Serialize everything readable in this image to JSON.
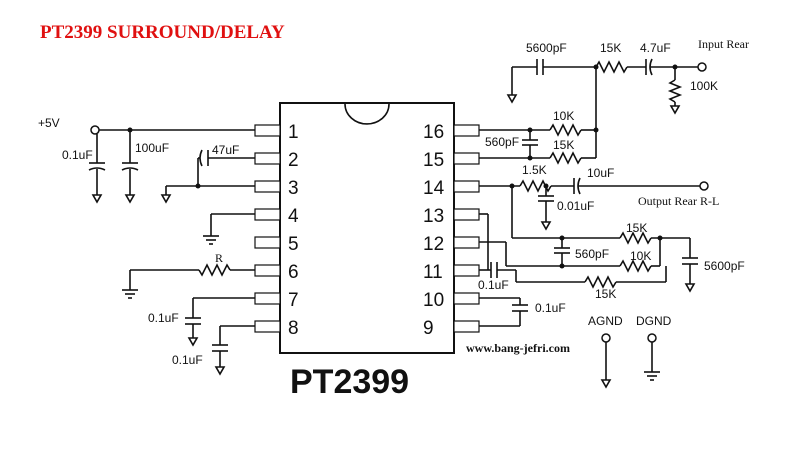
{
  "title": "PT2399 SURROUND/DELAY",
  "chip_name": "PT2399",
  "website": "www.bang-jefri.com",
  "pins": [
    "1",
    "2",
    "3",
    "4",
    "5",
    "6",
    "7",
    "8",
    "16",
    "15",
    "14",
    "13",
    "12",
    "11",
    "10",
    "9"
  ],
  "labels": {
    "supply": "+5V",
    "c_01uf_a": "0.1uF",
    "c_100uf": "100uF",
    "c_47uf": "47uF",
    "r_R": "R",
    "c_01uf_b": "0.1uF",
    "c_01uf_c": "0.1uF",
    "c_5600pf_top": "5600pF",
    "r_15k_top": "15K",
    "c_47uf_top": "4.7uF",
    "input_rear": "Input Rear",
    "r_100k": "100K",
    "r_10k_a": "10K",
    "c_560pf_a": "560pF",
    "r_15k_b": "15K",
    "r_1k5": "1.5K",
    "c_10uf": "10uF",
    "c_001uf": "0.01uF",
    "output_rear": "Output Rear R-L",
    "r_15k_c": "15K",
    "c_560pf_b": "560pF",
    "r_10k_b": "10K",
    "c_5600pf_b": "5600pF",
    "c_01uf_d": "0.1uF",
    "r_15k_d": "15K",
    "c_01uf_e": "0.1uF",
    "agnd": "AGND",
    "dgnd": "DGND"
  },
  "colors": {
    "title": "#e01010",
    "ink": "#111111"
  }
}
